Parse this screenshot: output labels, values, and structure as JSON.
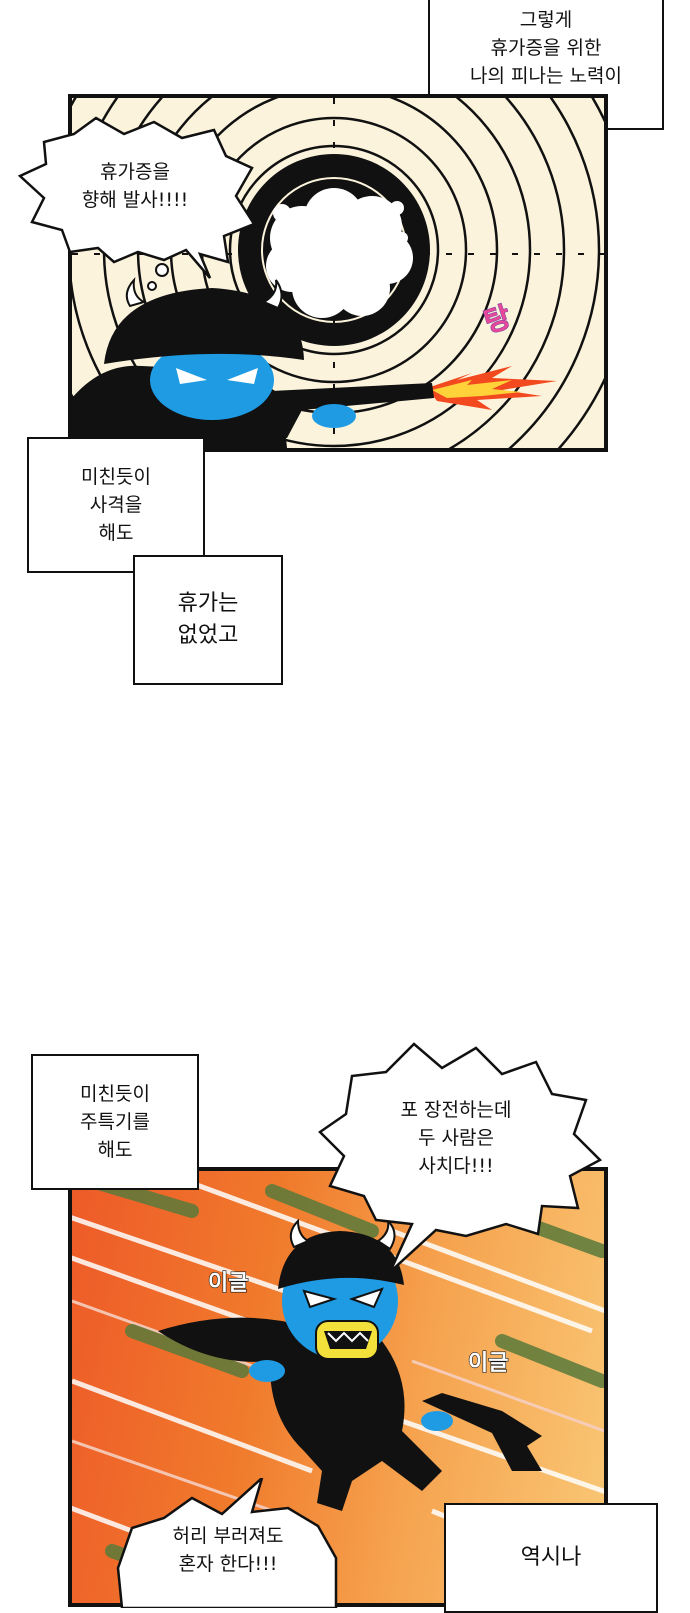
{
  "top_caption": {
    "text": "그렇게\n휴가증을 위한\n나의 피나는 노력이\n시작됐다"
  },
  "panel1": {
    "speech": "휴가증을\n향해 발사!!!!",
    "sfx": "탕"
  },
  "caption_shooting": {
    "text": "미친듯이\n사격을\n해도"
  },
  "caption_no_leave": {
    "text": "휴가는\n없었고"
  },
  "caption_assault": {
    "text": "미친듯이\n주특기를\n해도"
  },
  "panel2": {
    "speech": "포 장전하는데\n두 사람은\n사치다!!!",
    "sfx_left": "이글",
    "sfx_right": "이글",
    "speech_bottom": "허리 부러져도\n혼자 한다!!!"
  },
  "caption_bottom_right": {
    "text": "역시나"
  },
  "colors": {
    "ink": "#111111",
    "cream": "#fbf3dc",
    "skin_blue": "#1e9be3",
    "fire": "#f24a1e",
    "orange": "#f07a2c",
    "sfx_purple": "#6a3ea0"
  }
}
